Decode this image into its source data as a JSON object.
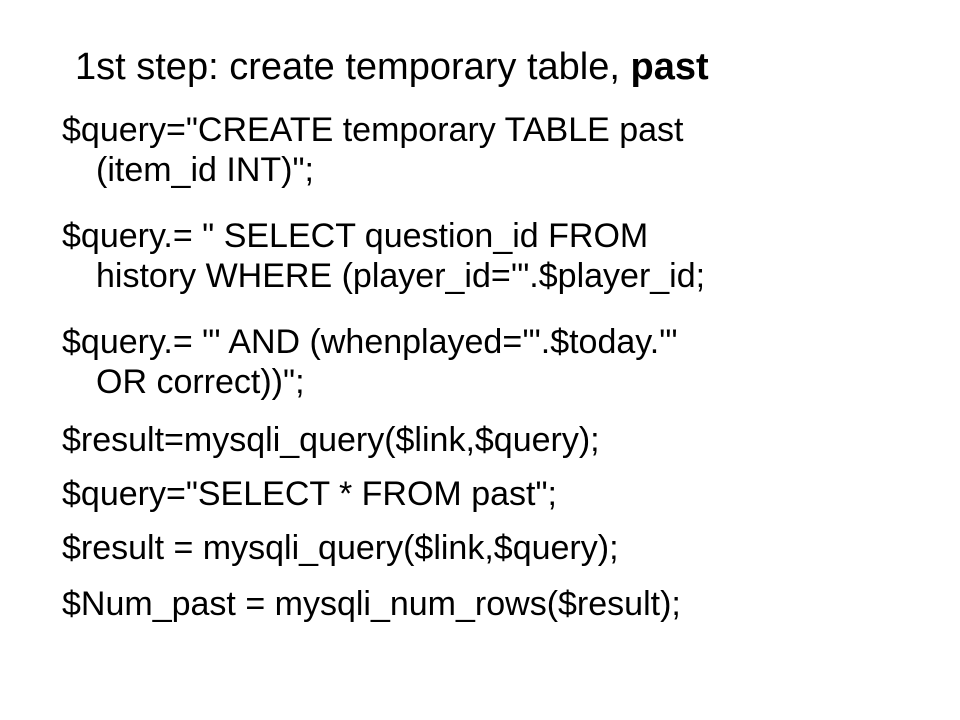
{
  "title": {
    "text": "1st step: create temporary table, ",
    "bold": "past"
  },
  "code_lines": [
    {
      "main": "$query=\"CREATE temporary TABLE past",
      "cont": "(item_id INT)\";"
    },
    {
      "main": "$query.= \" SELECT question_id FROM",
      "cont": "history WHERE (player_id='\".$player_id;"
    },
    {
      "main": "$query.= \"' AND (whenplayed='\".$today.\"'",
      "cont": "OR correct))\";"
    },
    {
      "main": "$result=mysqli_query($link,$query);"
    },
    {
      "main": "$query=\"SELECT * FROM past\";"
    },
    {
      "main": "$result = mysqli_query($link,$query);"
    },
    {
      "main": "$Num_past = mysqli_num_rows($result);"
    }
  ]
}
